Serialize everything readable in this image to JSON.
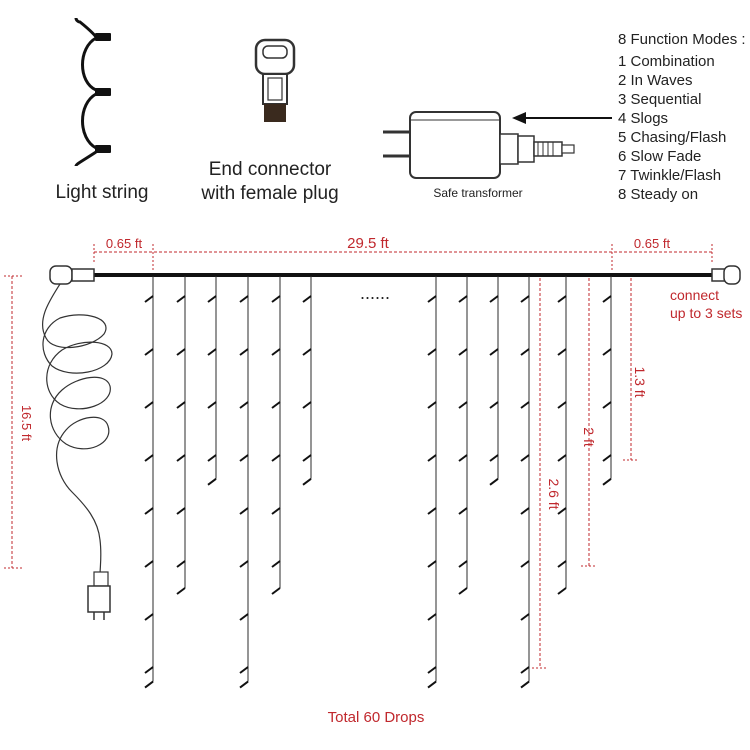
{
  "legend": {
    "light_string": "Light string",
    "end_connector_line1": "End connector",
    "end_connector_line2": "with female plug",
    "transformer": "Safe transformer"
  },
  "function_modes": {
    "title": "8 Function Modes :",
    "items": [
      "1 Combination",
      "2 In Waves",
      "3 Sequential",
      "4 Slogs",
      "5 Chasing/Flash",
      "6 Slow Fade",
      "7 Twinkle/Flash",
      "8 Steady on"
    ]
  },
  "dimensions": {
    "left_gap": "0.65 ft",
    "main_length": "29.5 ft",
    "right_gap": "0.65 ft",
    "lead_cable": "16.5 ft",
    "drop_short": "1.3 ft",
    "drop_medium": "2 ft",
    "drop_long": "2.6 ft",
    "ellipsis": "......"
  },
  "connect": {
    "line1": "connect",
    "line2": "up to 3 sets"
  },
  "total": "Total 60 Drops",
  "colors": {
    "dimension_red": "#c0282d",
    "wire": "#2b2b2b",
    "text": "#222222"
  },
  "drop_lengths_ft": [
    2.6,
    2,
    1.3,
    2.6,
    2,
    1.3,
    2.6,
    2,
    1.3,
    2.6,
    2,
    1.3,
    2.6,
    2,
    1.3
  ]
}
